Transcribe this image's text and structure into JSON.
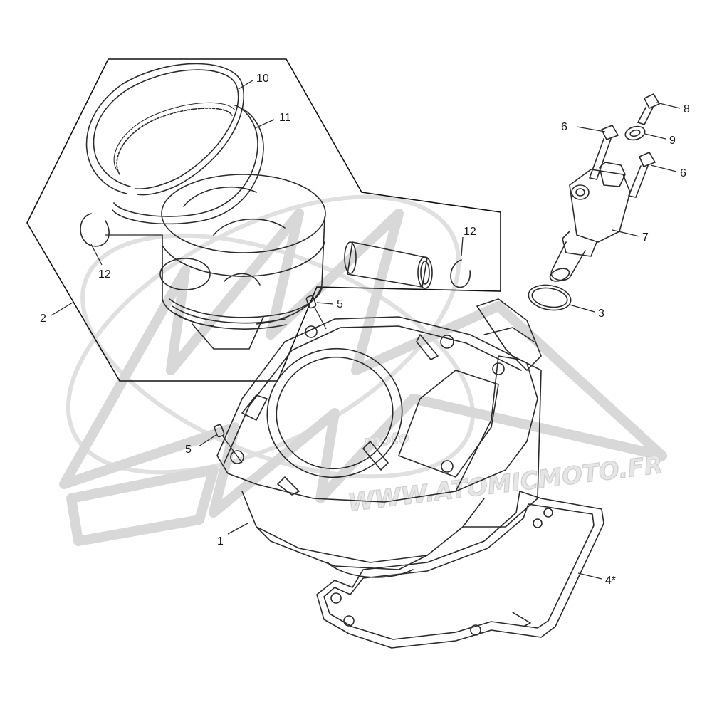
{
  "watermark": {
    "url_text": "WWW.ATOMICMOTO.FR",
    "brand_text": "moto",
    "logo_icon": "atomic-logo-icon"
  },
  "callouts": [
    {
      "id": "callout-1",
      "label": "1"
    },
    {
      "id": "callout-2",
      "label": "2"
    },
    {
      "id": "callout-3",
      "label": "3"
    },
    {
      "id": "callout-4",
      "label": "4*"
    },
    {
      "id": "callout-5a",
      "label": "5"
    },
    {
      "id": "callout-5b",
      "label": "5"
    },
    {
      "id": "callout-6a",
      "label": "6"
    },
    {
      "id": "callout-6b",
      "label": "6"
    },
    {
      "id": "callout-7",
      "label": "7"
    },
    {
      "id": "callout-8",
      "label": "8"
    },
    {
      "id": "callout-9",
      "label": "9"
    },
    {
      "id": "callout-10",
      "label": "10"
    },
    {
      "id": "callout-11",
      "label": "11"
    },
    {
      "id": "callout-12a",
      "label": "12"
    },
    {
      "id": "callout-12b",
      "label": "12"
    }
  ]
}
